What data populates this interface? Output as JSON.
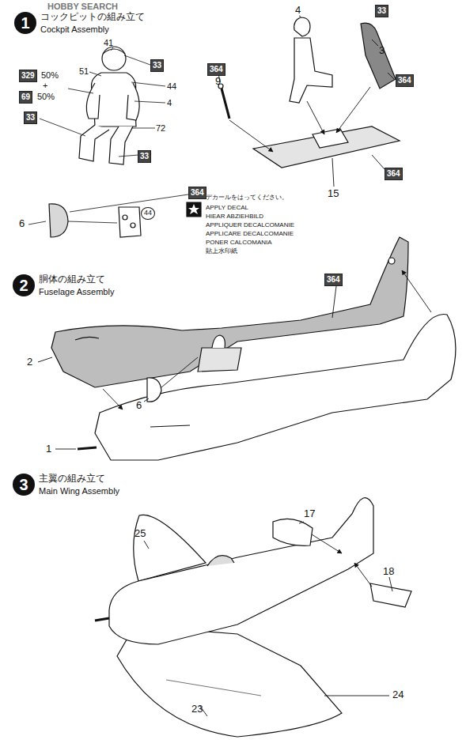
{
  "diagram": {
    "nodes": [
      {
        "text": [
          "1",
          "コックピットの組み立て",
          "Cockpit Assembly"
        ]
      },
      {
        "text": [
          "329"
        ]
      },
      {
        "text": [
          "69"
        ]
      },
      {
        "text": [
          "33"
        ]
      },
      {
        "text": [
          "33"
        ]
      },
      {
        "text": [
          "33"
        ]
      },
      {
        "text": [
          "33"
        ]
      },
      {
        "text": [
          "364"
        ]
      },
      {
        "text": [
          "364"
        ]
      },
      {
        "text": [
          "364"
        ]
      },
      {
        "text": [
          "364"
        ]
      },
      {
        "text": [
          "44"
        ]
      },
      {
        "text": [
          "2",
          "胴体の組み立て",
          "Fuselage Assembly"
        ]
      },
      {
        "text": [
          "364"
        ]
      },
      {
        "text": [
          "3",
          "主翼の組み立て",
          "Main Wing Assembly"
        ]
      }
    ],
    "labels": [
      "HOBBY SEARCH",
      "41",
      "51",
      "44",
      "4",
      "72",
      "50%",
      "+",
      "50%",
      "4",
      "9",
      "3",
      "15",
      "6",
      "デカールをはってください。",
      "APPLY DECAL",
      "HIEAR ABZIEHBILD",
      "APPLIQUER DECALCOMANIE",
      "APPLICARE DECALCOMANIE",
      "PONER CALCOMANIA",
      "貼上水印紙",
      "2",
      "6",
      "1",
      "17",
      "25",
      "18",
      "24",
      "23"
    ]
  }
}
